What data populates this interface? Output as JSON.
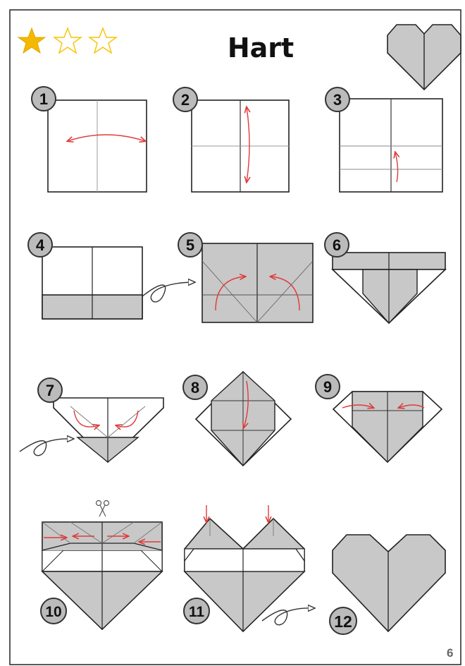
{
  "title": "Hart",
  "page_number": "6",
  "difficulty": {
    "rating": 1,
    "max": 3,
    "filled_color": "#f5b800",
    "empty_color": "#f5c400"
  },
  "colors": {
    "paper": "#c8c8c8",
    "fold_arrow": "#e03a3a",
    "outline": "#111111",
    "crease": "#888888"
  },
  "icons": [
    "star-filled-icon",
    "star-outline-icon",
    "heart-preview-icon",
    "scissors-icon",
    "flip-over-arrow-icon"
  ],
  "steps": [
    {
      "number": "1"
    },
    {
      "number": "2"
    },
    {
      "number": "3"
    },
    {
      "number": "4"
    },
    {
      "number": "5"
    },
    {
      "number": "6"
    },
    {
      "number": "7"
    },
    {
      "number": "8"
    },
    {
      "number": "9"
    },
    {
      "number": "10"
    },
    {
      "number": "11"
    },
    {
      "number": "12"
    }
  ]
}
